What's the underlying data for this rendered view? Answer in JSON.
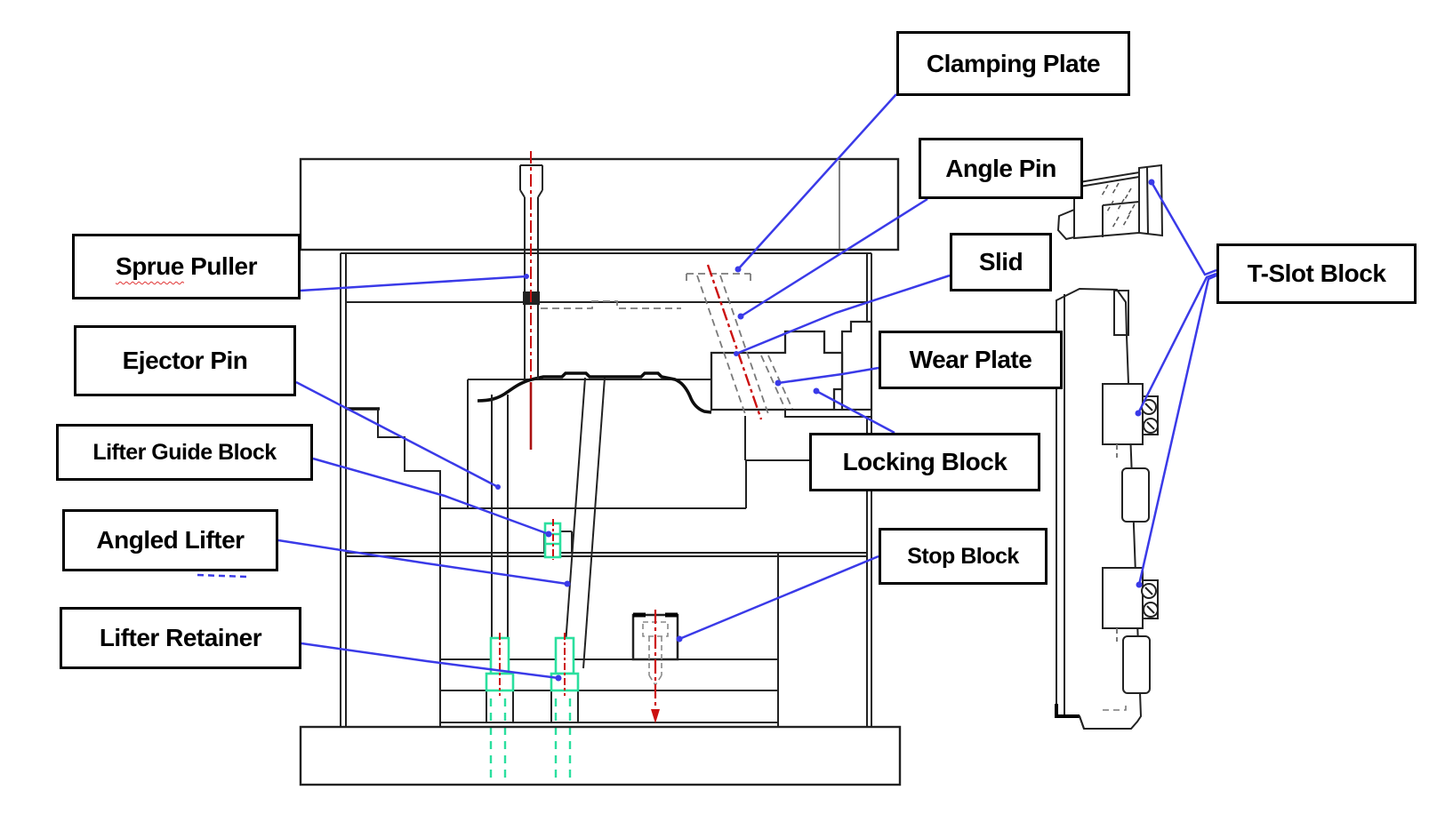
{
  "labels": {
    "clamping_plate": "Clamping Plate",
    "angle_pin": "Angle Pin",
    "slid": "Slid",
    "wear_plate": "Wear Plate",
    "locking_block": "Locking Block",
    "stop_block": "Stop Block",
    "t_slot_block": "T-Slot Block",
    "sprue_puller_word1": "Sprue",
    "sprue_puller_word2": "Puller",
    "ejector_pin": "Ejector Pin",
    "lifter_guide_block": "Lifter Guide Block",
    "angled_lifter": "Angled Lifter",
    "lifter_retainer": "Lifter Retainer"
  },
  "colors": {
    "background": "#ffffff",
    "drawing_line": "#222222",
    "label_border": "#000000",
    "leader_blue": "#3a3ae8",
    "centerline_red": "#cc1111",
    "lifter_green": "#2bdf9e",
    "hidden_line_gray": "#7a7a7a",
    "spellcheck_red": "#e03333"
  }
}
